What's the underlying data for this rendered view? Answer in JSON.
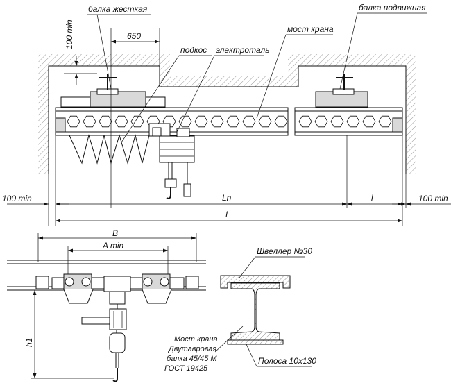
{
  "top_view": {
    "label_balka_zhestkaya": "балка жесткая",
    "label_balka_podvizhnaya": "балка подвижная",
    "label_most_krana": "мост крана",
    "label_podkos": "подкос",
    "label_elektrotal": "электроталь",
    "dim_650": "650",
    "dim_100min_vertical": "100 min",
    "dim_100min_left": "100 min",
    "dim_100min_right": "100 min",
    "dim_Ln": "Ln",
    "dim_l": "l",
    "dim_L": "L"
  },
  "bottom_left_view": {
    "dim_B": "B",
    "dim_Amin": "A min",
    "dim_h1": "h1"
  },
  "section_view": {
    "label_shveller": "Швеллер №30",
    "label_bridge_lines": [
      "Мост крана",
      "Двутавровая",
      "балка 45/45 М",
      "ГОСТ 19425"
    ],
    "label_polosa": "Полоса 10х130"
  },
  "colors": {
    "line": "#111111",
    "hatch": "#555555",
    "fill_light": "#d9d9d9"
  }
}
